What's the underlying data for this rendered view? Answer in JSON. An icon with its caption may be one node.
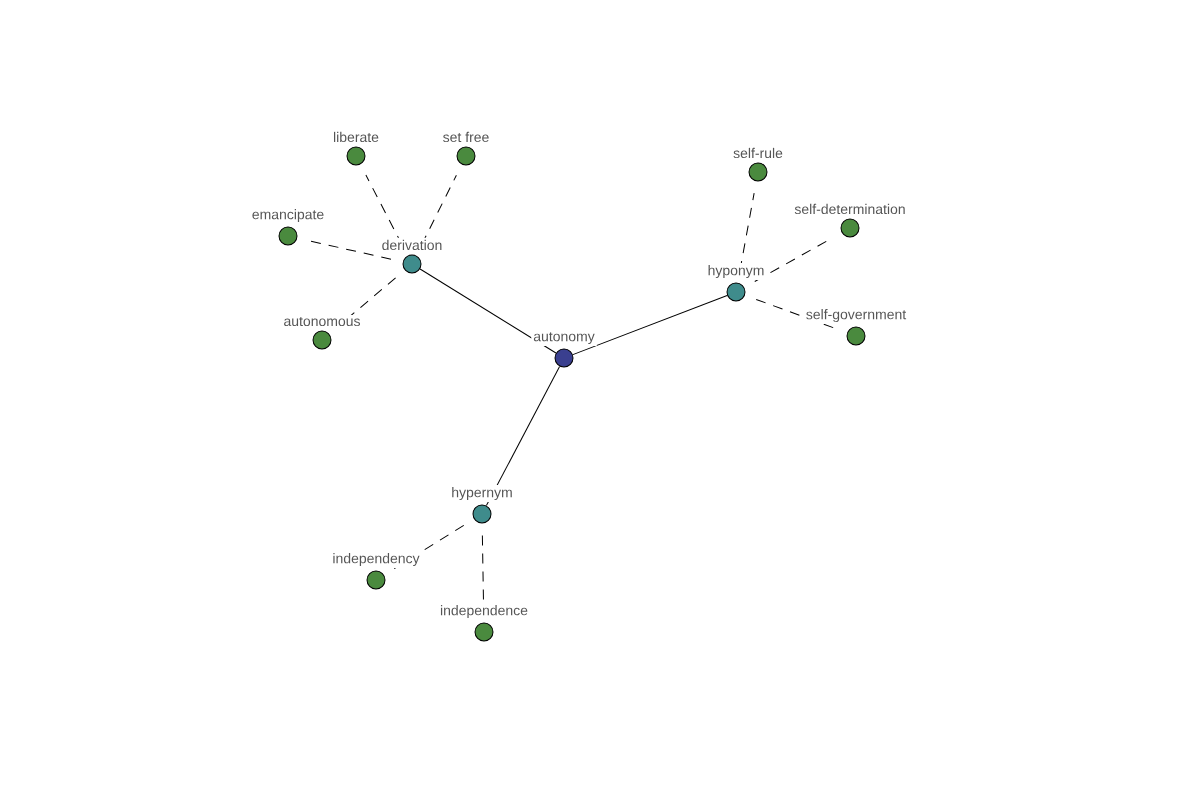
{
  "diagram": {
    "nodes": [
      {
        "text": [
          "autonomy"
        ]
      },
      {
        "text": [
          "derivation"
        ]
      },
      {
        "text": [
          "hyponym"
        ]
      },
      {
        "text": [
          "hypernym"
        ]
      },
      {
        "text": [
          "liberate"
        ]
      },
      {
        "text": [
          "set free"
        ]
      },
      {
        "text": [
          "emancipate"
        ]
      },
      {
        "text": [
          "autonomous"
        ]
      },
      {
        "text": [
          "self-rule"
        ]
      },
      {
        "text": [
          "self-determination"
        ]
      },
      {
        "text": [
          "self-government"
        ]
      },
      {
        "text": [
          "independency"
        ]
      },
      {
        "text": [
          "independence"
        ]
      }
    ],
    "edges": [
      {
        "from": 0,
        "to": 1,
        "arrow": "none"
      },
      {
        "from": 0,
        "to": 2,
        "arrow": "none"
      },
      {
        "from": 0,
        "to": 3,
        "arrow": "none"
      },
      {
        "from": 1,
        "to": 4,
        "arrow": "none",
        "style": "dashed"
      },
      {
        "from": 1,
        "to": 5,
        "arrow": "none",
        "style": "dashed"
      },
      {
        "from": 1,
        "to": 6,
        "arrow": "none",
        "style": "dashed"
      },
      {
        "from": 1,
        "to": 7,
        "arrow": "none",
        "style": "dashed"
      },
      {
        "from": 2,
        "to": 8,
        "arrow": "none",
        "style": "dashed"
      },
      {
        "from": 2,
        "to": 9,
        "arrow": "none",
        "style": "dashed"
      },
      {
        "from": 2,
        "to": 10,
        "arrow": "none",
        "style": "dashed"
      },
      {
        "from": 3,
        "to": 11,
        "arrow": "none",
        "style": "dashed"
      },
      {
        "from": 3,
        "to": 12,
        "arrow": "none",
        "style": "dashed"
      }
    ]
  }
}
